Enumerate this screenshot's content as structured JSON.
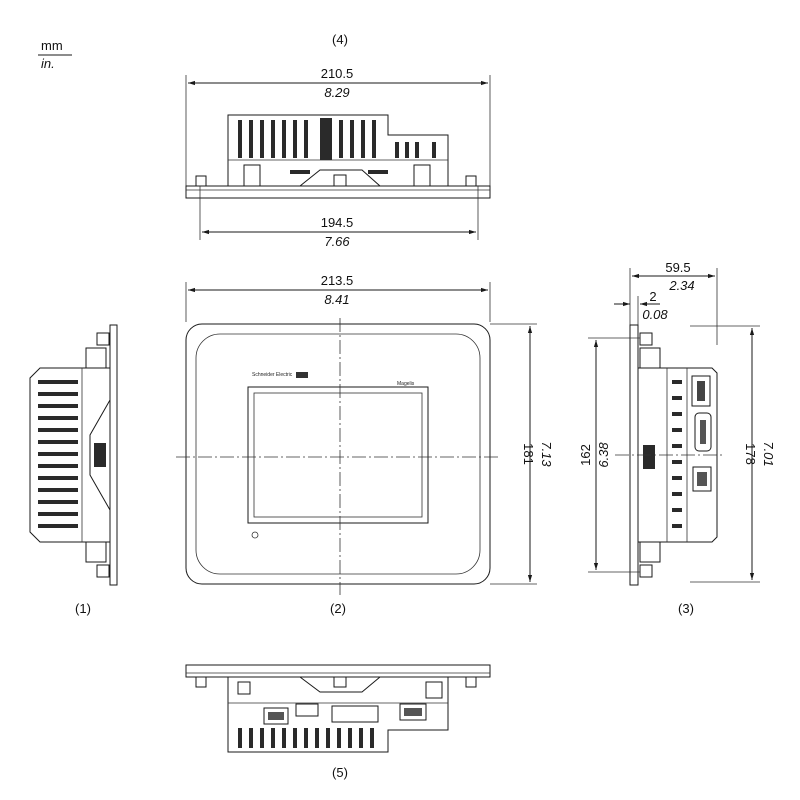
{
  "units": {
    "primary": "mm",
    "secondary": "in."
  },
  "views": {
    "top": {
      "label": "(4)",
      "overall_mm": "210.5",
      "overall_in": "8.29",
      "inner_mm": "194.5",
      "inner_in": "7.66"
    },
    "front": {
      "label": "(2)",
      "width_mm": "213.5",
      "width_in": "8.41",
      "height_mm": "181",
      "height_in": "7.13",
      "brand": "Schneider Electric",
      "model": "Magelis"
    },
    "left": {
      "label": "(1)"
    },
    "right": {
      "label": "(3)",
      "depth_mm": "59.5",
      "depth_in": "2.34",
      "panel_mm": "2",
      "panel_in": "0.08",
      "inner_h_mm": "162",
      "inner_h_in": "6.38",
      "outer_h_mm": "178",
      "outer_h_in": "7.01"
    },
    "bottom": {
      "label": "(5)"
    }
  }
}
